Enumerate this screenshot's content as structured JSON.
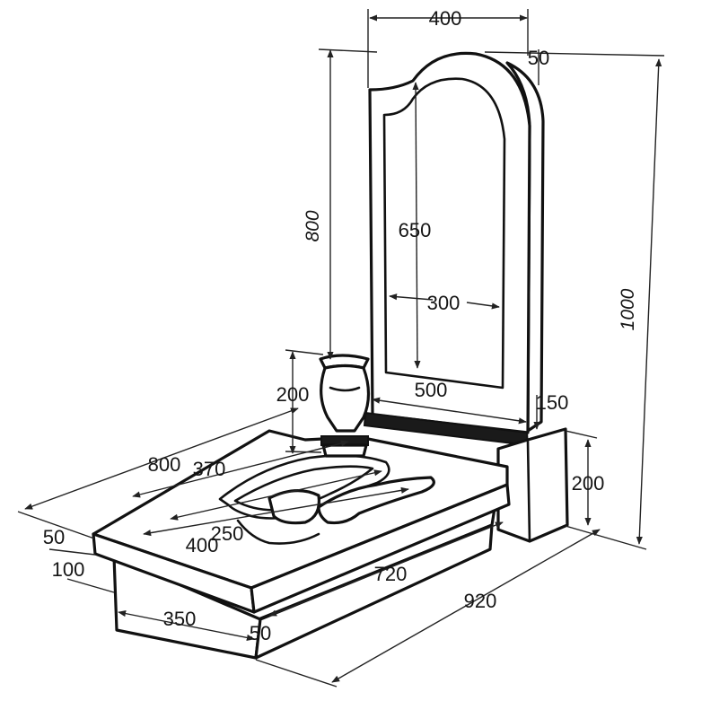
{
  "stele": {
    "width": "400",
    "thickness": "50",
    "height": "800",
    "inner_height": "650",
    "inner_width": "300",
    "base_width": "500"
  },
  "pedestal": {
    "height_150": "150",
    "height_200": "200"
  },
  "overall": {
    "height": "1000",
    "length": "920"
  },
  "vase": {
    "height": "200"
  },
  "slab": {
    "width": "800",
    "flower_370": "370",
    "flower_250": "250",
    "flower_400": "400",
    "top_thickness": "50",
    "base_thickness": "100",
    "length": "720",
    "base_length": "350",
    "base_offset": "50"
  },
  "colors": {
    "line": "#111111",
    "background": "#ffffff"
  }
}
